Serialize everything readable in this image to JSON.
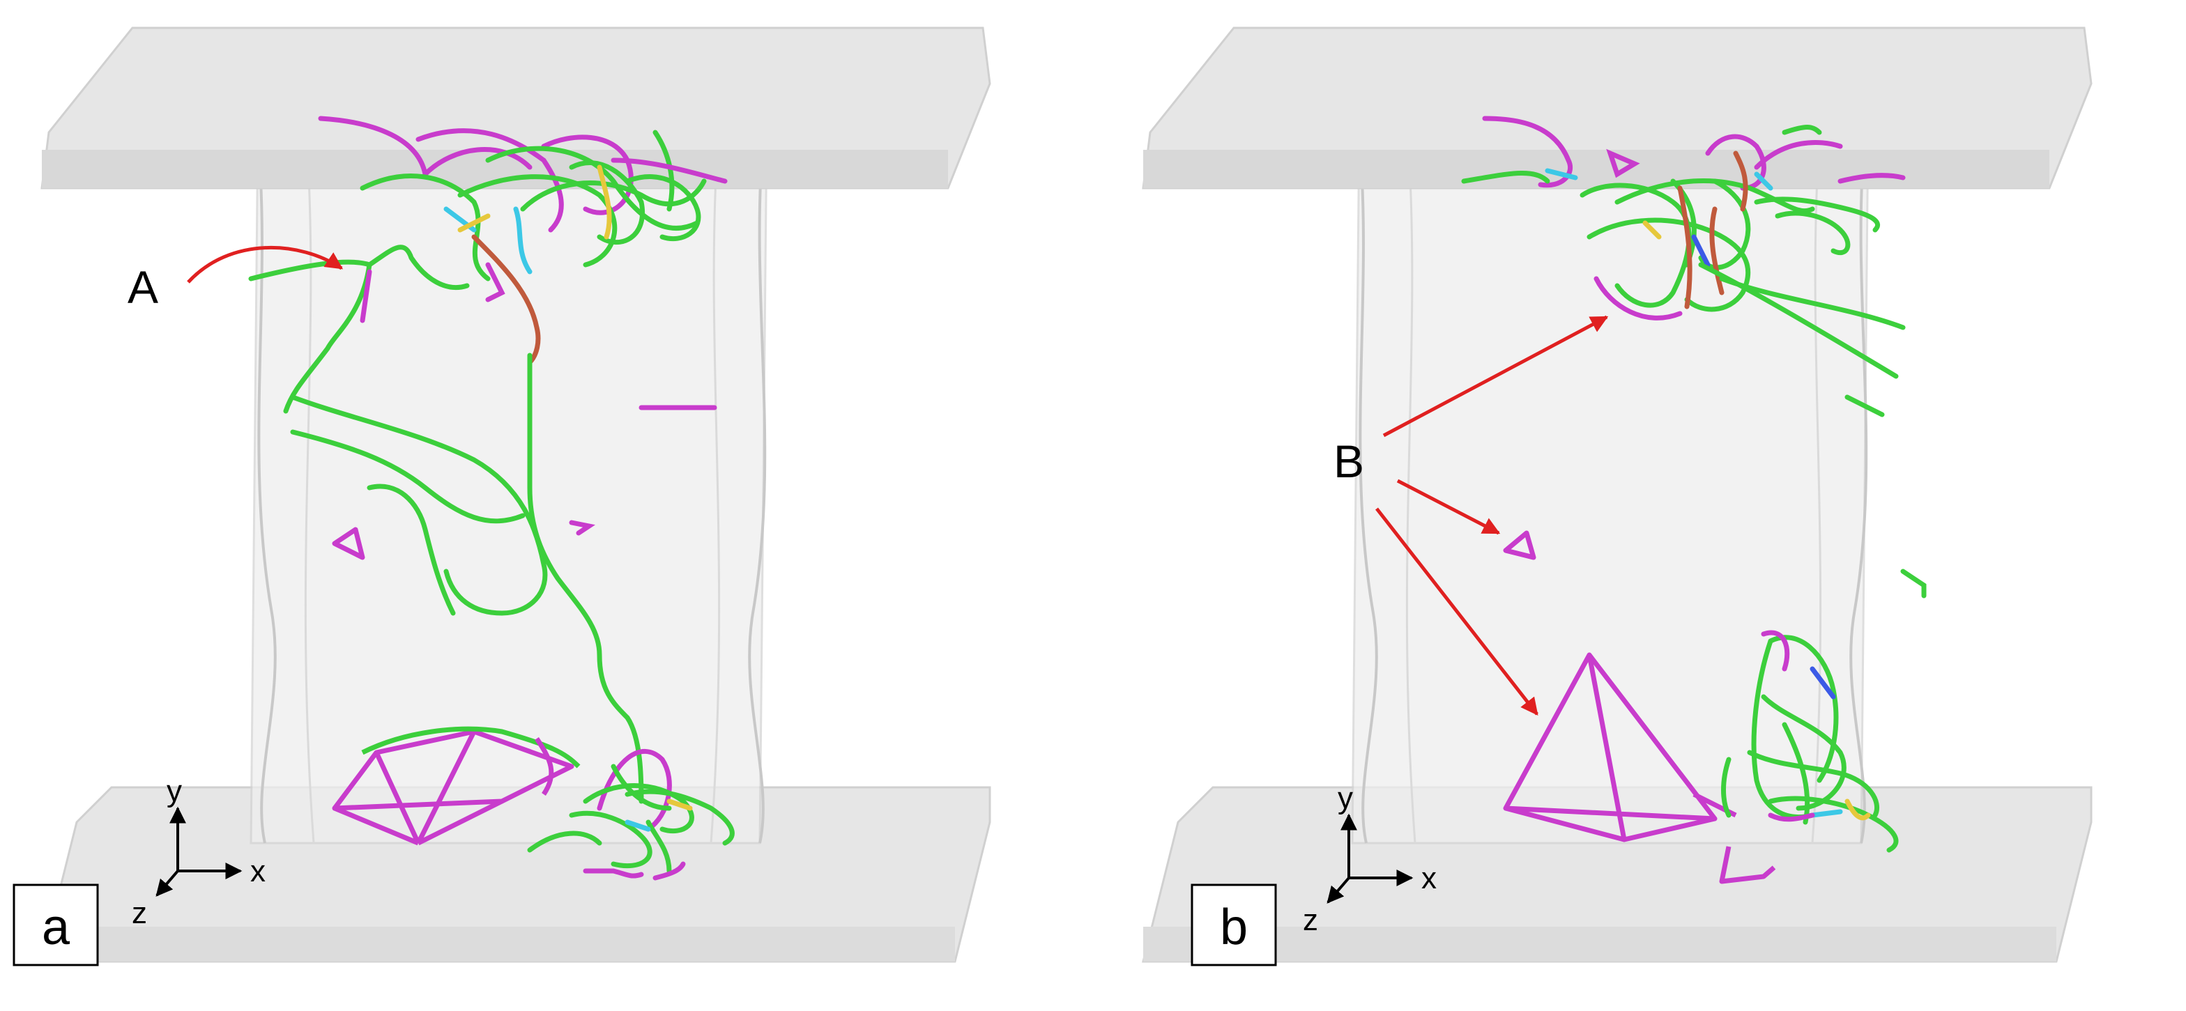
{
  "panels": [
    {
      "id": "a",
      "label": "a",
      "arrow_label": "A"
    },
    {
      "id": "b",
      "label": "b",
      "arrow_label": "B"
    }
  ],
  "axes": {
    "x": "x",
    "y": "y",
    "z": "z"
  },
  "colors": {
    "dislocation_green": "#3ccf3c",
    "dislocation_magenta": "#c83ccc",
    "junction_cyan": "#3cc8e6",
    "junction_yellow": "#e6c83c",
    "junction_red": "#c05a3c",
    "junction_blue": "#3c5ae6",
    "annotation_arrow": "#e02020",
    "specimen_fill": "#e2e2e2"
  }
}
